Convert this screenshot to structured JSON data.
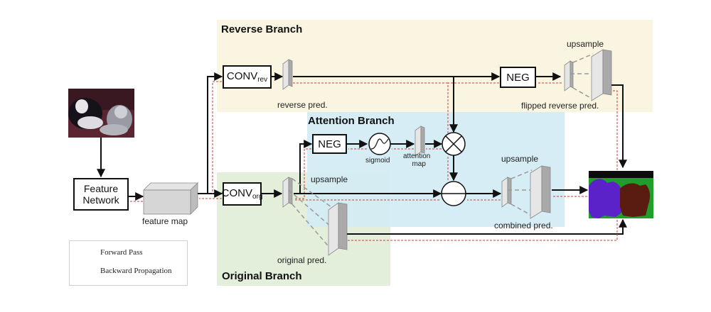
{
  "branches": {
    "reverse": "Reverse Branch",
    "attention": "Attention Branch",
    "original": "Original Branch"
  },
  "nodes": {
    "feature_network_line1": "Feature",
    "feature_network_line2": "Network",
    "conv_rev_main": "CONV",
    "conv_rev_sub": "rev",
    "conv_org_main": "CONV",
    "conv_org_sub": "org",
    "neg_top": "NEG",
    "neg_attention": "NEG"
  },
  "labels": {
    "feature_map": "feature map",
    "reverse_pred": "reverse  pred.",
    "upsample_top": "upsample",
    "flipped_reverse_pred": "flipped reverse  pred.",
    "sigmoid": "sigmoid",
    "attention_map_line1": "attention",
    "attention_map_line2": "map",
    "upsample_mid": "upsample",
    "upsample_combined": "upsample",
    "combined_pred": "combined  pred.",
    "original_pred": "original pred."
  },
  "legend": {
    "forward": "Forward Pass",
    "backward": "Backward Propagation"
  },
  "colors": {
    "reverse_bg": "#faf5e1",
    "attention_bg": "#d3ebf4",
    "original_bg": "#e3eedb",
    "forward_arrow": "#111111",
    "backward_arrow": "#d23b3b",
    "seg_background": "#1f9f2a",
    "seg_dog": "#5a22c8",
    "seg_cat": "#5a1b10"
  }
}
